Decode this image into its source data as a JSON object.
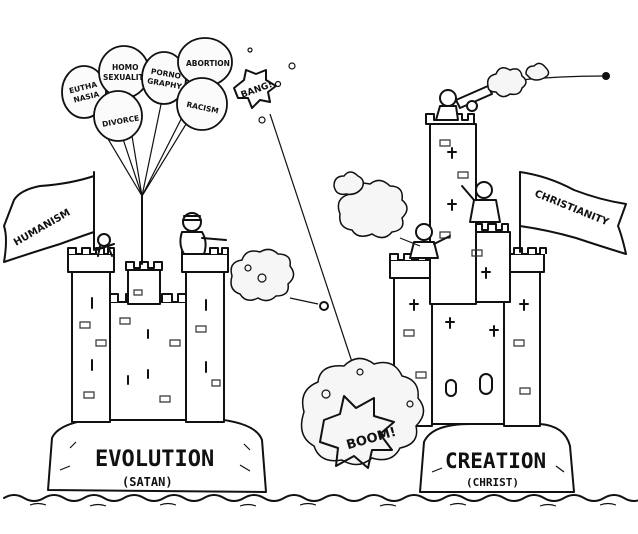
{
  "balloons": [
    {
      "id": "euthanasia",
      "lines": [
        "EUTHA",
        "NASIA"
      ]
    },
    {
      "id": "homosexuality",
      "lines": [
        "HOMO",
        "SEXUALITY"
      ]
    },
    {
      "id": "pornography",
      "lines": [
        "PORNO",
        "GRAPHY"
      ]
    },
    {
      "id": "abortion",
      "lines": [
        "ABORTION"
      ]
    },
    {
      "id": "divorce",
      "lines": [
        "DIVORCE"
      ]
    },
    {
      "id": "racism",
      "lines": [
        "RACISM"
      ]
    }
  ],
  "flags": {
    "left": "HUMANISM",
    "right": "CHRISTIANITY"
  },
  "castles": {
    "left": {
      "title": "EVOLUTION",
      "subtitle": "(SATAN)"
    },
    "right": {
      "title": "CREATION",
      "subtitle": "(CHRIST)"
    }
  },
  "sounds": {
    "bang": "BANG!",
    "boom": "BOOM!"
  }
}
